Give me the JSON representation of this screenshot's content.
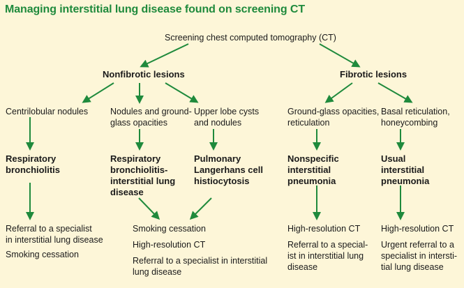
{
  "title": "Managing interstitial lung disease found on screening CT",
  "colors": {
    "background": "#fdf6d8",
    "title": "#1f8a3c",
    "arrow": "#1f8a3c"
  },
  "nodes": {
    "root": "Screening chest computed tomography (CT)",
    "nonfibrotic": "Nonfibrotic lesions",
    "fibrotic": "Fibrotic lesions",
    "centrilobular": "Centrilobular nodules",
    "nodules_gg": [
      "Nodules and ground-",
      "glass opacities"
    ],
    "upper_lobe": [
      "Upper lobe cysts",
      "and nodules"
    ],
    "gg_opac": [
      "Ground-glass opacities,",
      "reticulation"
    ],
    "basal": [
      "Basal reticulation,",
      "honeycombing"
    ],
    "rb": [
      "Respiratory",
      "bronchiolitis"
    ],
    "rbild": [
      "Respiratory",
      "bronchiolitis-",
      "interstitial lung",
      "disease"
    ],
    "plch": [
      "Pulmonary",
      "Langerhans cell",
      "histiocytosis"
    ],
    "nsip": [
      "Nonspecific",
      "interstitial",
      "pneumonia"
    ],
    "uip": [
      "Usual",
      "interstitial",
      "pneumonia"
    ]
  },
  "actions": {
    "rb_referral": [
      "Referral to a specialist",
      "in interstitial lung disease"
    ],
    "rb_smoking": "Smoking cessation",
    "mid_smoking": "Smoking cessation",
    "mid_hrct": "High-resolution CT",
    "mid_referral": [
      "Referral to a specialist in interstitial",
      "lung disease"
    ],
    "nsip_hrct": "High-resolution CT",
    "nsip_referral": [
      "Referral to a special-",
      "ist in interstitial lung",
      "disease"
    ],
    "uip_hrct": "High-resolution CT",
    "uip_referral": [
      "Urgent referral to a",
      "specialist in intersti-",
      "tial lung disease"
    ]
  }
}
